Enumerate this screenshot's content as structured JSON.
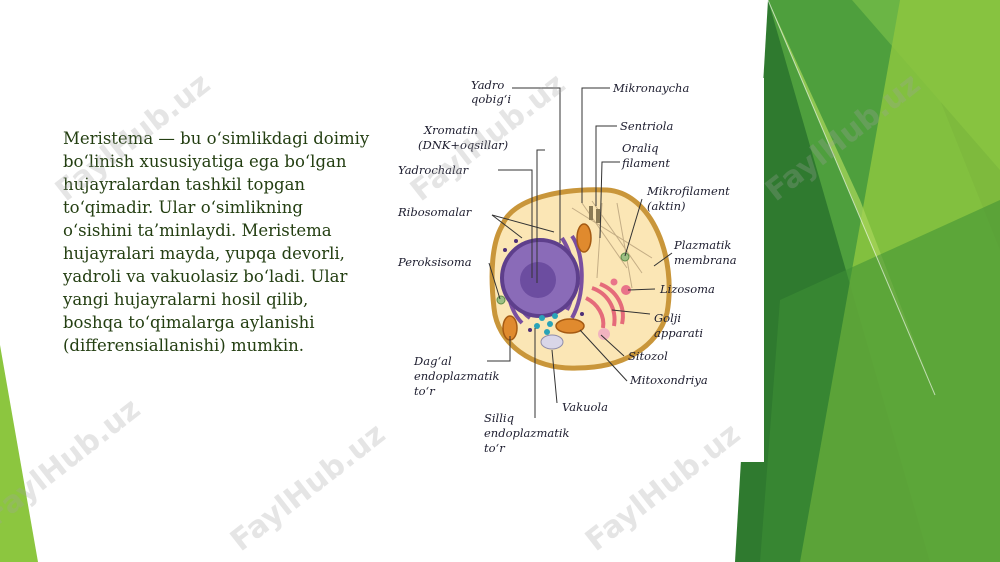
{
  "slide": {
    "paragraph": "Meristema — bu o‘simlikdagi doimiy bo‘linish xususiyatiga ega bo‘lgan hujayralardan tashkil topgan to‘qimadir. Ular o‘simlikning o‘sishini ta’minlaydi. Meristema hujayralari mayda, yupqa devorli, yadroli va vakuolasiz bo‘ladi. Ular yangi hujayralarni hosil qilib, boshqa to‘qimalarga aylanishi (differensiallanishi) mumkin."
  },
  "diagram": {
    "labels": {
      "yadro_qobigi_1": "Yadro",
      "yadro_qobigi_2": "qobig‘i",
      "xromatin_1": "Xromatin",
      "xromatin_2": "(DNK+oqsillar)",
      "yadrochalar": "Yadrochalar",
      "ribosomalar": "Ribosomalar",
      "peroksisoma": "Peroksisoma",
      "dagal_1": "Dag‘al",
      "dagal_2": "endoplazmatik",
      "dagal_3": "to‘r",
      "silliq_1": "Silliq",
      "silliq_2": "endoplazmatik",
      "silliq_3": "to‘r",
      "vakuola": "Vakuola",
      "mitoxondriya": "Mitoxondriya",
      "sitozol": "Sitozol",
      "golji_1": "Golji",
      "golji_2": "apparati",
      "lizosoma": "Lizosoma",
      "plazmatik_1": "Plazmatik",
      "plazmatik_2": "membrana",
      "mikrofilament_1": "Mikrofilament",
      "mikrofilament_2": "(aktin)",
      "oraliq_1": "Oraliq",
      "oraliq_2": "filament",
      "sentriola": "Sentriola",
      "mikronaycha": "Mikronaycha"
    }
  },
  "watermark": "FaylHub.uz",
  "colors": {
    "text": "#243f12",
    "green_light": "#8dc63f",
    "green_dark": "#3d8b36",
    "cytoplasm": "#fbe6b5",
    "membrane": "#c9963a",
    "nucleus": "#8a6bb8"
  }
}
